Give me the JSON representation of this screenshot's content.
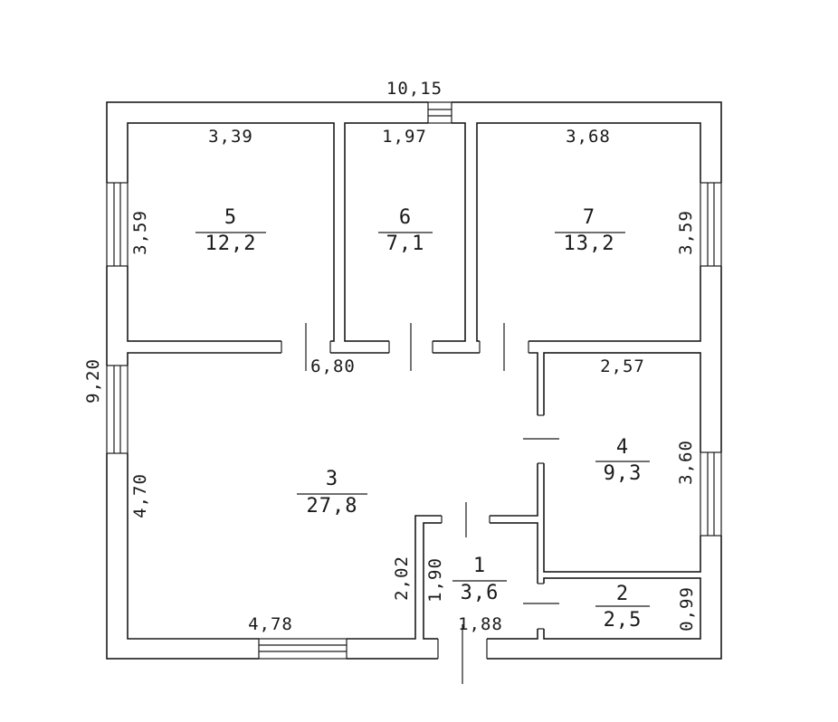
{
  "overall": {
    "width": "10,15",
    "height": "9,20"
  },
  "rooms": [
    {
      "id": "5",
      "number": "5",
      "area": "12,2",
      "width": "3,39",
      "height": "3,59"
    },
    {
      "id": "6",
      "number": "6",
      "area": "7,1",
      "width": "1,97"
    },
    {
      "id": "7",
      "number": "7",
      "area": "13,2",
      "width": "3,68",
      "height": "3,59"
    },
    {
      "id": "3",
      "number": "3",
      "area": "27,8",
      "width": "6,80",
      "height": "4,70",
      "width_bottom": "4,78",
      "notch_height": "2,02"
    },
    {
      "id": "4",
      "number": "4",
      "area": "9,3",
      "width": "2,57",
      "height": "3,60"
    },
    {
      "id": "1",
      "number": "1",
      "area": "3,6",
      "width": "1,88",
      "height": "1,90"
    },
    {
      "id": "2",
      "number": "2",
      "area": "2,5",
      "height": "0,99"
    }
  ]
}
